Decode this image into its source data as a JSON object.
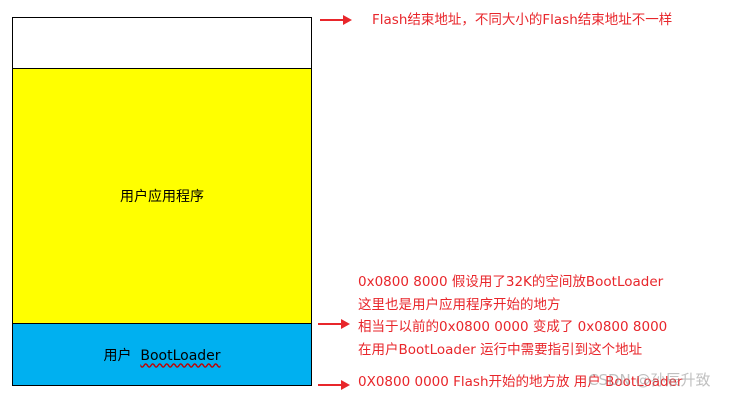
{
  "blocks": {
    "top": "",
    "app": "用户应用程序",
    "boot_cn": "用户",
    "boot_en": "BootLoader"
  },
  "notes": {
    "flash_end": "Flash结束地址，不同大小的Flash结束地址不一样",
    "app_start": [
      "0x0800 8000 假设用了32K的空间放BootLoader",
      "这里也是用户应用程序开始的地方",
      "相当于以前的0x0800 0000 变成了 0x0800 8000",
      "在用户BootLoader 运行中需要指引到这个地址"
    ],
    "flash_start": "0X0800 0000 Flash开始的地方放 用户 BootLoader"
  },
  "watermark": "CSDN @孙辰升致",
  "colors": {
    "app_fill": "#ffff00",
    "boot_fill": "#00b0f0",
    "arrow": "#e8262b",
    "note_text": "#e8262b"
  }
}
